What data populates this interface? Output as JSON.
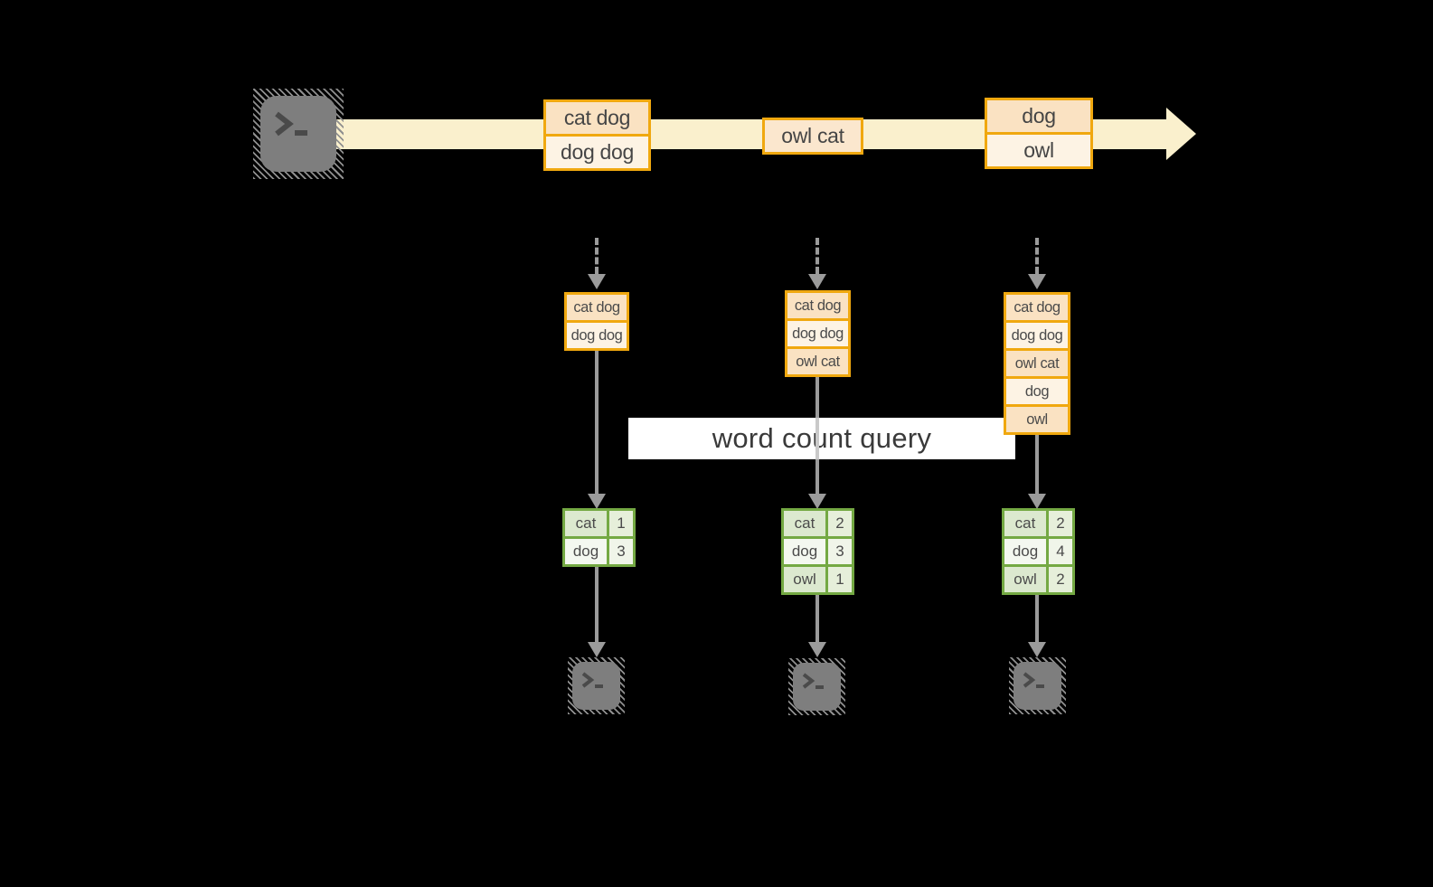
{
  "diagram": {
    "query_label": "word count query",
    "stream_batches": [
      {
        "rows": [
          "cat dog",
          "dog dog"
        ]
      },
      {
        "rows": [
          "owl cat"
        ]
      },
      {
        "rows": [
          "dog",
          "owl"
        ]
      }
    ],
    "pipelines": [
      {
        "state_rows": [
          "cat dog",
          "dog dog"
        ],
        "counts": [
          {
            "word": "cat",
            "count": "1"
          },
          {
            "word": "dog",
            "count": "3"
          }
        ]
      },
      {
        "state_rows": [
          "cat dog",
          "dog dog",
          "owl cat"
        ],
        "counts": [
          {
            "word": "cat",
            "count": "2"
          },
          {
            "word": "dog",
            "count": "3"
          },
          {
            "word": "owl",
            "count": "1"
          }
        ]
      },
      {
        "state_rows": [
          "cat dog",
          "dog dog",
          "owl cat",
          "dog",
          "owl"
        ],
        "counts": [
          {
            "word": "cat",
            "count": "2"
          },
          {
            "word": "dog",
            "count": "4"
          },
          {
            "word": "owl",
            "count": "2"
          }
        ]
      }
    ],
    "icons": {
      "source": "terminal-icon",
      "sinks": [
        "terminal-icon",
        "terminal-icon",
        "terminal-icon"
      ]
    },
    "colors": {
      "background": "#000000",
      "stream_fill": "#FAF0CD",
      "batch_border": "#F0A80F",
      "batch_fill_dark": "#FAE2C2",
      "batch_fill_light": "#FDF3E4",
      "batch_fill_single": "#FBE7CE",
      "table_border": "#74A943",
      "table_fill_green": "#DCE9CF",
      "table_fill_white": "#F4F8F0",
      "arrow_gray": "#9B9B9B",
      "terminal_gray": "#7E7E7E",
      "label_background": "#FFFFFF",
      "text": "#454545"
    }
  }
}
